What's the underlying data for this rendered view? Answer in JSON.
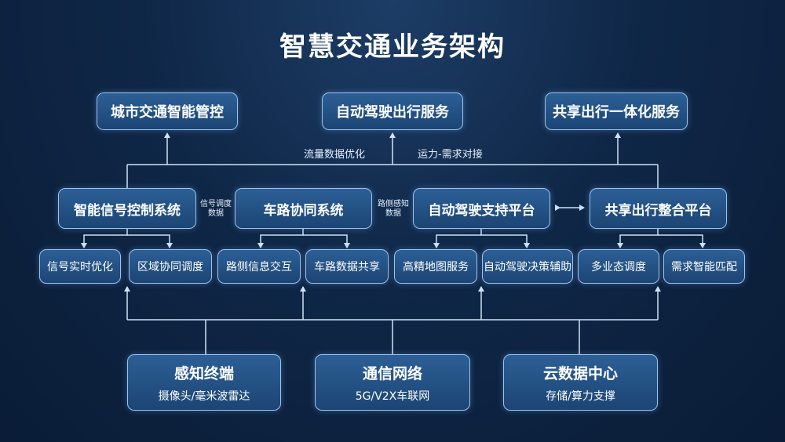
{
  "title": "智慧交通业务架构",
  "top_services": [
    "城市交通智能管控",
    "自动驾驶出行服务",
    "共享出行一体化服务"
  ],
  "flow_labels": [
    "流量数据优化",
    "运力-需求对接"
  ],
  "platforms": [
    "智能信号控制系统",
    "车路协同系统",
    "自动驾驶支持平台",
    "共享出行整合平台"
  ],
  "platform_links": [
    {
      "line1": "信号调度",
      "line2": "数据"
    },
    {
      "line1": "路侧感知",
      "line2": "数据"
    }
  ],
  "functions": [
    "信号实时优化",
    "区域协同调度",
    "路侧信息交互",
    "车路数据共享",
    "高精地图服务",
    "自动驾驶决策辅助",
    "多业态调度",
    "需求智能匹配"
  ],
  "foundations": [
    {
      "title": "感知终端",
      "sub": "摄像头/毫米波雷达"
    },
    {
      "title": "通信网络",
      "sub": "5G/V2X车联网"
    },
    {
      "title": "云数据中心",
      "sub": "存储/算力支撑"
    }
  ],
  "colors": {
    "background": "#0f2747",
    "box_fill": "#23507f",
    "box_border": "#9cc3ec",
    "line": "#cfe2f7"
  }
}
